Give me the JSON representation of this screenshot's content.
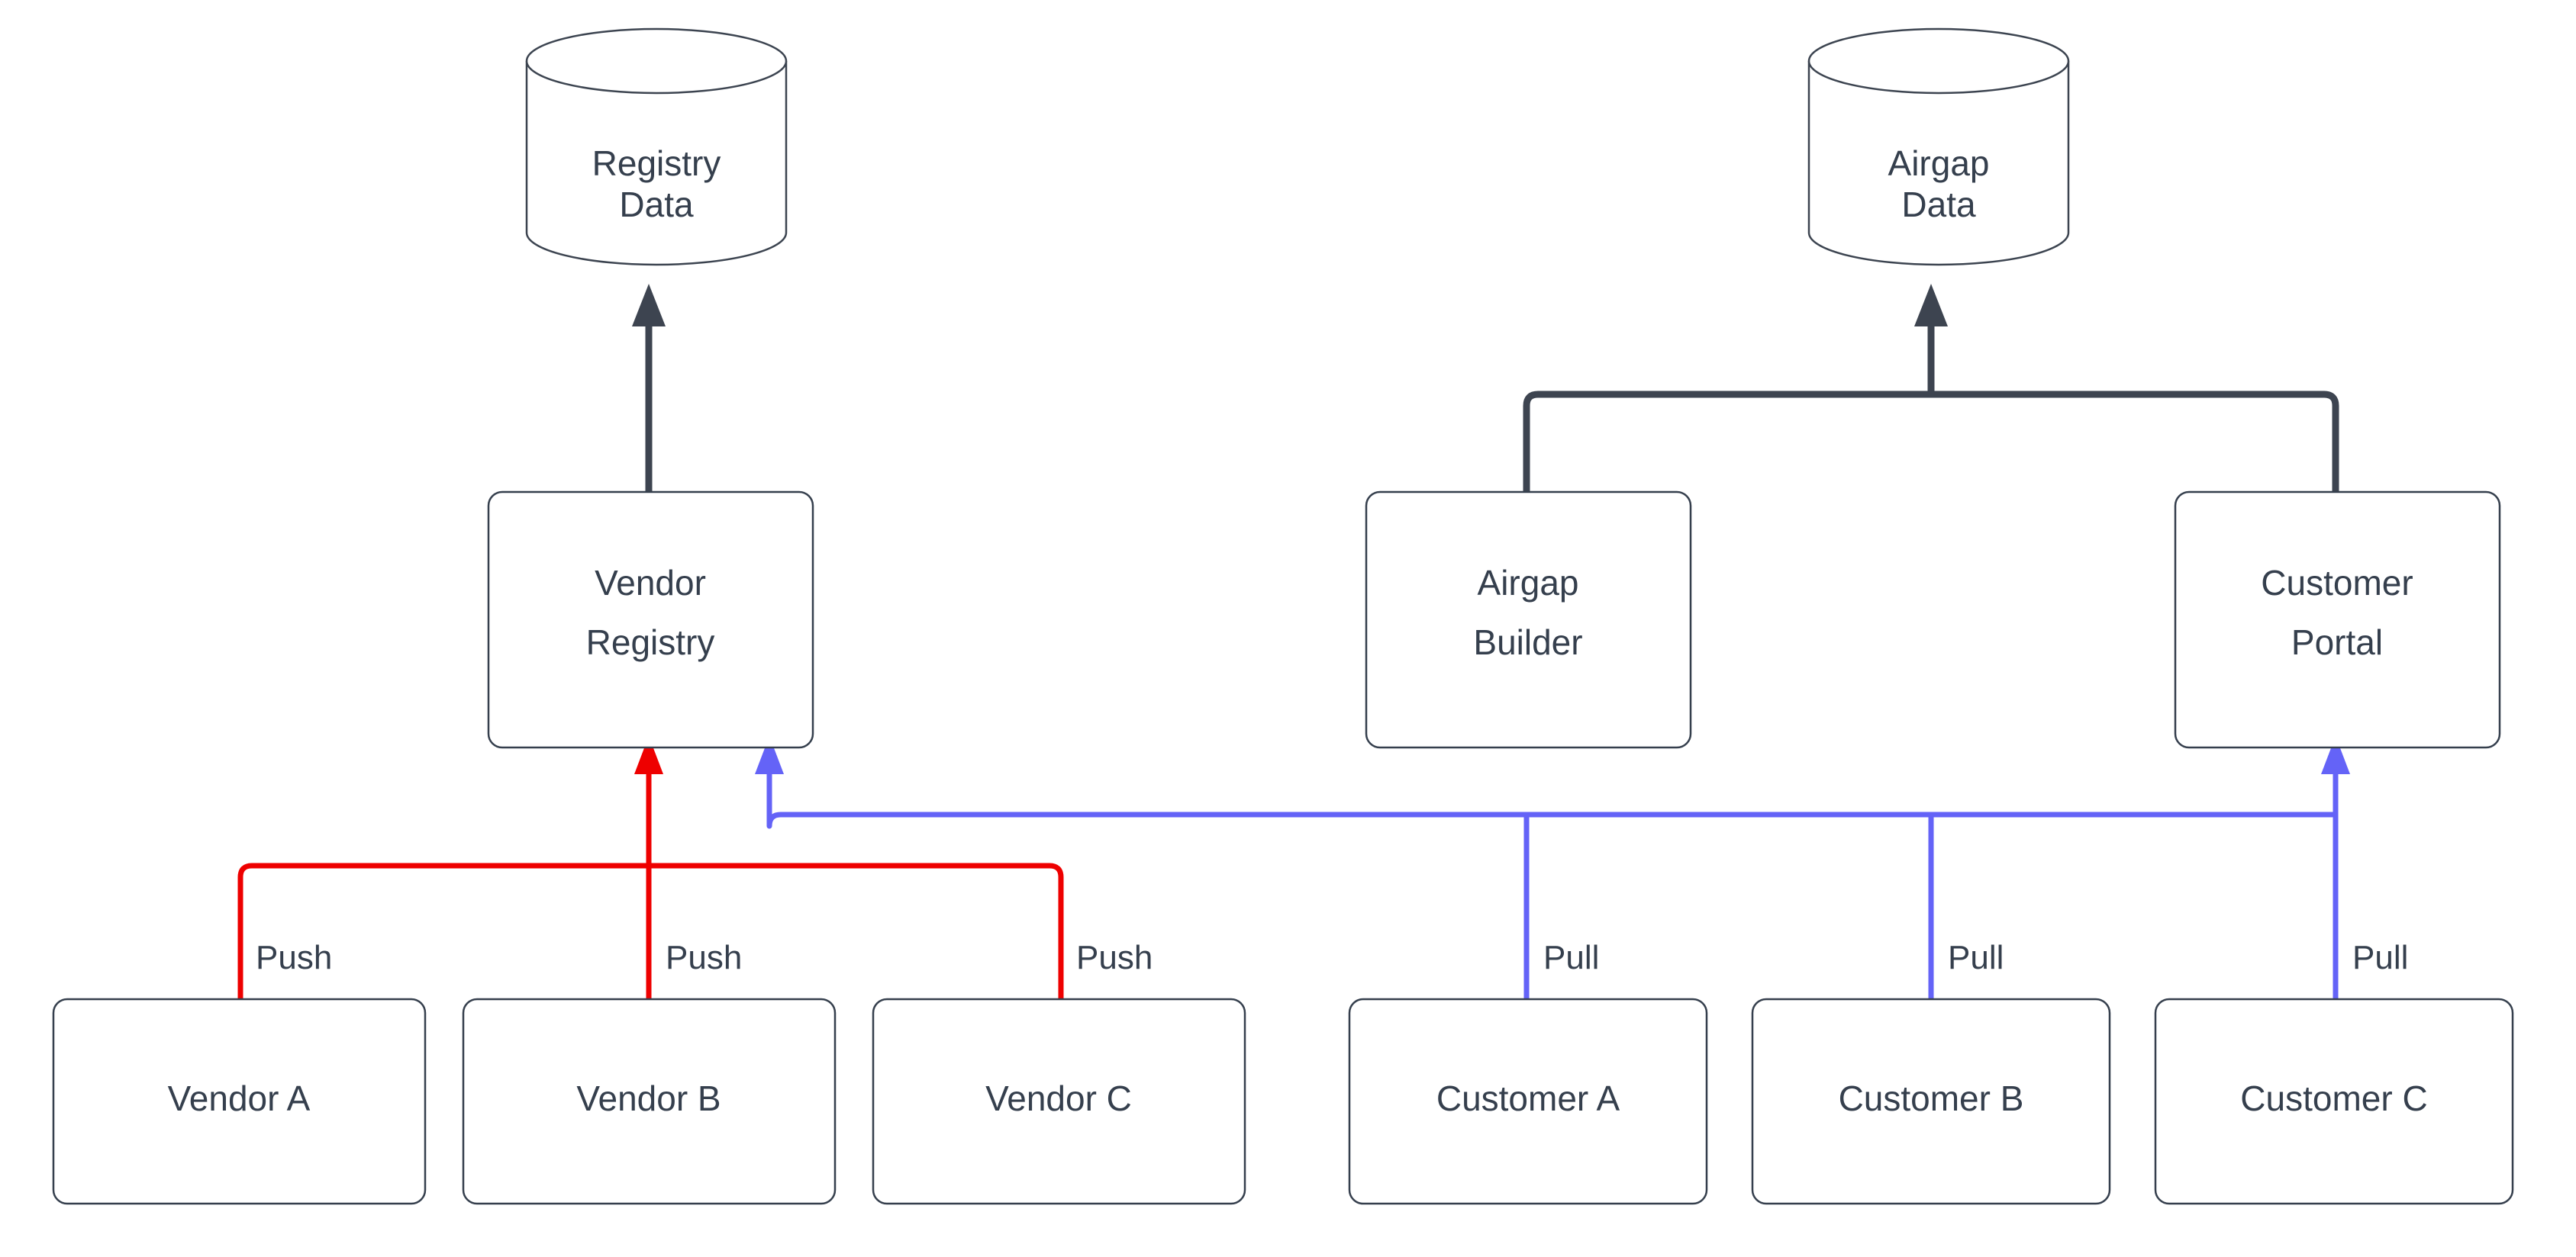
{
  "diagram": {
    "type": "flow-architecture",
    "background_color": "#ffffff",
    "colors": {
      "node_stroke": "#353f4d",
      "node_fill": "#ffffff",
      "text": "#353f4d",
      "push_edge": "#ee0000",
      "pull_edge": "#6463f7",
      "default_edge": "#3d4450"
    },
    "datastores": [
      {
        "id": "registry-data",
        "line1": "Registry",
        "line2": "Data",
        "shape": "cylinder"
      },
      {
        "id": "airgap-data",
        "line1": "Airgap",
        "line2": "Data",
        "shape": "cylinder"
      }
    ],
    "services": [
      {
        "id": "vendor-registry",
        "line1": "Vendor",
        "line2": "Registry",
        "shape": "rounded-rect"
      },
      {
        "id": "airgap-builder",
        "line1": "Airgap",
        "line2": "Builder",
        "shape": "rounded-rect"
      },
      {
        "id": "customer-portal",
        "line1": "Customer",
        "line2": "Portal",
        "shape": "rounded-rect"
      }
    ],
    "actors": [
      {
        "id": "vendor-a",
        "label": "Vendor A",
        "group": "vendor"
      },
      {
        "id": "vendor-b",
        "label": "Vendor B",
        "group": "vendor"
      },
      {
        "id": "vendor-c",
        "label": "Vendor C",
        "group": "vendor"
      },
      {
        "id": "customer-a",
        "label": "Customer A",
        "group": "customer"
      },
      {
        "id": "customer-b",
        "label": "Customer B",
        "group": "customer"
      },
      {
        "id": "customer-c",
        "label": "Customer C",
        "group": "customer"
      }
    ],
    "edge_labels": {
      "push": "Push",
      "pull": "Pull"
    },
    "edges": [
      {
        "from": "vendor-registry",
        "to": "registry-data",
        "label": "",
        "color": "default"
      },
      {
        "from": "airgap-builder",
        "to": "airgap-data",
        "label": "",
        "color": "default"
      },
      {
        "from": "customer-portal",
        "to": "airgap-data",
        "label": "",
        "color": "default"
      },
      {
        "from": "vendor-a",
        "to": "vendor-registry",
        "label": "Push",
        "color": "push"
      },
      {
        "from": "vendor-b",
        "to": "vendor-registry",
        "label": "Push",
        "color": "push"
      },
      {
        "from": "vendor-c",
        "to": "vendor-registry",
        "label": "Push",
        "color": "push"
      },
      {
        "from": "customer-a",
        "to": "vendor-registry",
        "label": "Pull",
        "color": "pull"
      },
      {
        "from": "customer-b",
        "to": "vendor-registry",
        "label": "Pull",
        "color": "pull"
      },
      {
        "from": "customer-c",
        "to": "customer-portal",
        "label": "Pull",
        "color": "pull"
      }
    ]
  }
}
